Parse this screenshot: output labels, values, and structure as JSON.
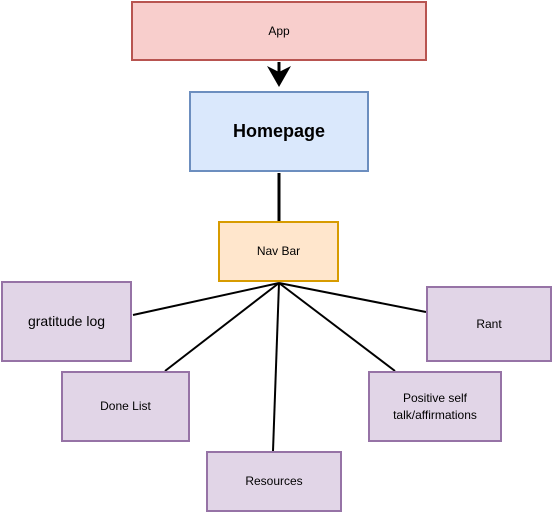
{
  "nodes": {
    "app": "App",
    "homepage": "Homepage",
    "nav_bar": "Nav Bar",
    "gratitude_log": "gratitude log",
    "rant": "Rant",
    "done_list": "Done List",
    "positive_self_talk": "Positive self talk/affirmations",
    "resources": "Resources"
  },
  "colors": {
    "app_fill": "#f8cecc",
    "app_stroke": "#b85450",
    "homepage_fill": "#dae8fc",
    "homepage_stroke": "#6c8ebf",
    "navbar_fill": "#ffe6cc",
    "navbar_stroke": "#d79b00",
    "leaf_fill": "#e1d5e7",
    "leaf_stroke": "#9673a6",
    "edge": "#000000"
  }
}
